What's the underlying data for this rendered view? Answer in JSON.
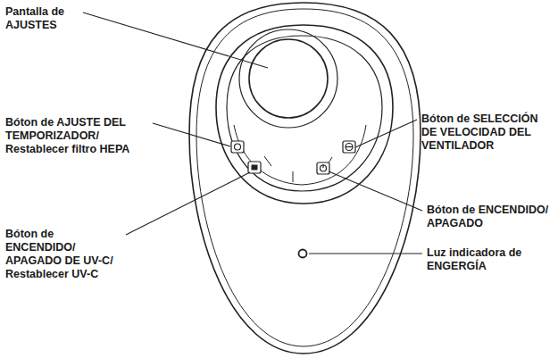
{
  "diagram": {
    "labels": [
      "Pantalla de AJUSTES",
      "Bóton de AJUSTE DEL TEMPORIZADOR/ Restablecer filtro HEPA",
      "Bóton de ENCENDIDO/ APAGADO DE UV-C/ Restablecer UV-C",
      "Bóton de SELECCIÓN DE VELOCIDAD DEL VENTILADOR",
      "Bóton de ENCENDIDO/ APAGADO",
      "Luz indicadora de ENGERGÍA"
    ]
  }
}
